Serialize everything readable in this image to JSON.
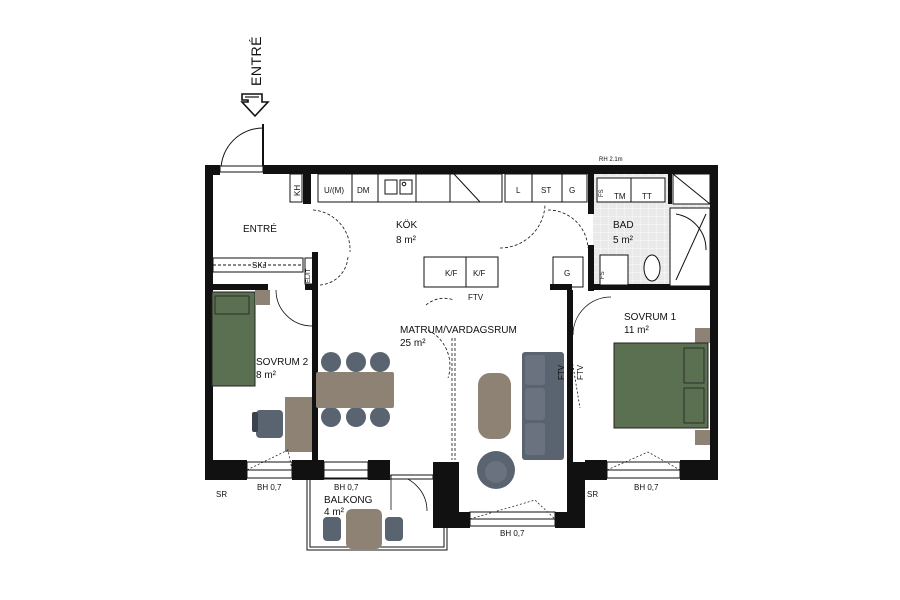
{
  "entrance": {
    "label": "ENTRÉ"
  },
  "rooms": {
    "entre": {
      "name": "ENTRÉ"
    },
    "kok": {
      "name": "KÖK",
      "area": "8 m²"
    },
    "bad": {
      "name": "BAD",
      "area": "5 m²"
    },
    "vardagsrum": {
      "name": "MATRUM/VARDAGSRUM",
      "area": "25 m²"
    },
    "sovrum1": {
      "name": "SOVRUM  1",
      "area": "11 m²"
    },
    "sovrum2": {
      "name": "SOVRUM  2",
      "area": "8 m²"
    },
    "balkong": {
      "name": "BALKONG",
      "area": "4 m²"
    }
  },
  "fixtures": {
    "kh": "KH",
    "um": "U/(M)",
    "dm": "DM",
    "l": "L",
    "st": "ST",
    "g_top": "G",
    "g_low": "G",
    "tm": "TM",
    "tt": "TT",
    "kf1": "K/F",
    "kf2": "K/F",
    "skj": "SKJ",
    "euit": "EL/IT",
    "fs": "FS",
    "ftv_kitchen": "FTV",
    "ftv_sov1_a": "FTV",
    "ftv_sov1_b": "FTV",
    "rh": "RH 2.1m"
  },
  "windows": {
    "bh1": "BH 0,7",
    "bh2": "BH 0,7",
    "bh3": "BH 0,7",
    "bh4": "BH 0,7"
  },
  "markers": {
    "sr_left": "SR",
    "sr_right": "SR"
  },
  "colors": {
    "wall": "#111111",
    "bed_green": "#5a7050",
    "furniture_brown": "#8d8273",
    "chair_gray": "#5a6370",
    "bath_floor": "#e6e6e6"
  }
}
